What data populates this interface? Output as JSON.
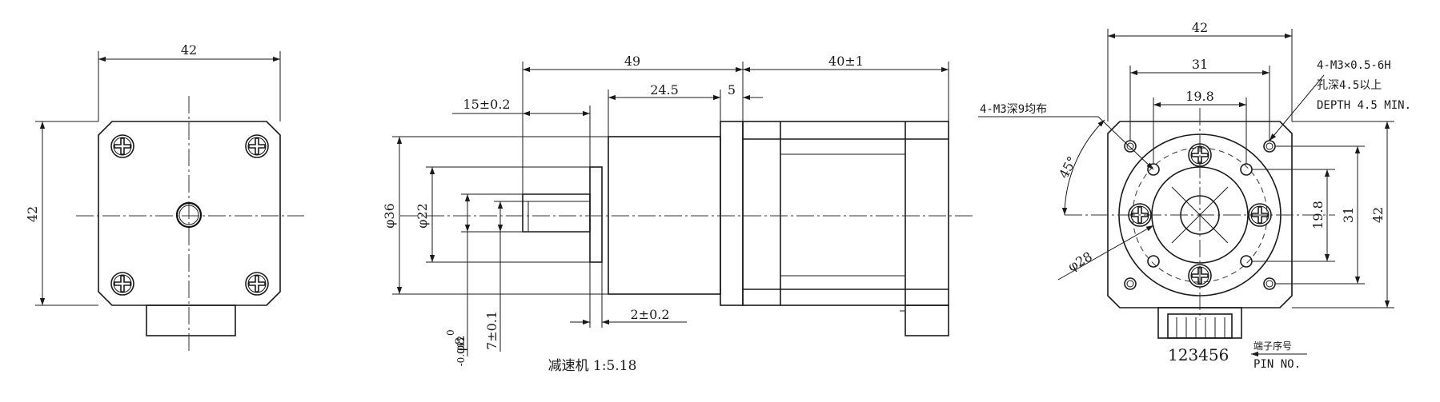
{
  "front_view": {
    "width_label": "42",
    "height_label": "42"
  },
  "side_view": {
    "gearbox_length": "49",
    "motor_length": "40±1",
    "shaft_length": "15±0.2",
    "gear_body": "24.5",
    "flange": "5",
    "outer_dia": "φ36",
    "boss_dia": "φ22",
    "shaft_dia": "φ8",
    "shaft_tol_upper": "0",
    "shaft_tol_lower": "-0.012",
    "flat_depth": "7±0.1",
    "boss_height": "2±0.2",
    "ratio_caption": "减速机 1:5.18"
  },
  "rear_view": {
    "width_label": "42",
    "hole_spacing_label": "31",
    "inner_spacing_label": "19.8",
    "hole_spec_line1": "4-M3×0.5-6H",
    "hole_spec_line2": "孔深4.5以上",
    "hole_spec_line3": "DEPTH 4.5 MIN.",
    "pcd_holes_label": "4-M3深9均布",
    "angle_label": "45°",
    "pcd_label": "φ28",
    "right_inner_label": "19.8",
    "right_mid_label": "31",
    "right_outer_label": "42",
    "pin_numbers": "123456",
    "pin_label_cn": "端子序号",
    "pin_label_en": "PIN NO."
  },
  "colors": {
    "line": "#1a1a1a",
    "background": "#ffffff"
  }
}
